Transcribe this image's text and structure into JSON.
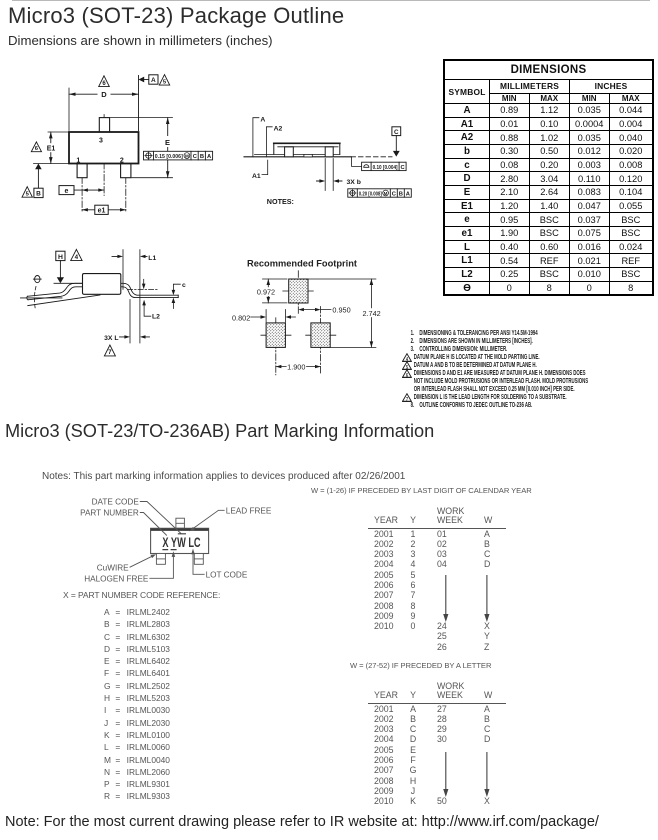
{
  "header": {
    "title": "Micro3 (SOT-23) Package Outline",
    "subtitle": "Dimensions are shown in millimeters (inches)"
  },
  "dim_table": {
    "title": "DIMENSIONS",
    "symbol_header": "SYMBOL",
    "group_headers": [
      "MILLIMETERS",
      "INCHES"
    ],
    "sub_headers": [
      "MIN",
      "MAX",
      "MIN",
      "MAX"
    ],
    "rows": [
      {
        "sym": "A",
        "mm_min": "0.89",
        "mm_max": "1.12",
        "in_min": "0.035",
        "in_max": "0.044"
      },
      {
        "sym": "A1",
        "mm_min": "0.01",
        "mm_max": "0.10",
        "in_min": "0.0004",
        "in_max": "0.004"
      },
      {
        "sym": "A2",
        "mm_min": "0.88",
        "mm_max": "1.02",
        "in_min": "0.035",
        "in_max": "0.040"
      },
      {
        "sym": "b",
        "mm_min": "0.30",
        "mm_max": "0.50",
        "in_min": "0.012",
        "in_max": "0.020"
      },
      {
        "sym": "c",
        "mm_min": "0.08",
        "mm_max": "0.20",
        "in_min": "0.003",
        "in_max": "0.008"
      },
      {
        "sym": "D",
        "mm_min": "2.80",
        "mm_max": "3.04",
        "in_min": "0.110",
        "in_max": "0.120"
      },
      {
        "sym": "E",
        "mm_min": "2.10",
        "mm_max": "2.64",
        "in_min": "0.083",
        "in_max": "0.104"
      },
      {
        "sym": "E1",
        "mm_min": "1.20",
        "mm_max": "1.40",
        "in_min": "0.047",
        "in_max": "0.055"
      },
      {
        "sym": "e",
        "mm_min": "0.95",
        "mm_max": "BSC",
        "in_min": "0.037",
        "in_max": "BSC"
      },
      {
        "sym": "e1",
        "mm_min": "1.90",
        "mm_max": "BSC",
        "in_min": "0.075",
        "in_max": "BSC"
      },
      {
        "sym": "L",
        "mm_min": "0.40",
        "mm_max": "0.60",
        "in_min": "0.016",
        "in_max": "0.024"
      },
      {
        "sym": "L1",
        "mm_min": "0.54",
        "mm_max": "REF",
        "in_min": "0.021",
        "in_max": "REF"
      },
      {
        "sym": "L2",
        "mm_min": "0.25",
        "mm_max": "BSC",
        "in_min": "0.010",
        "in_max": "BSC"
      },
      {
        "sym": "ϴ",
        "mm_min": "0",
        "mm_max": "8",
        "in_min": "0",
        "in_max": "8"
      }
    ]
  },
  "outline_notes": [
    {
      "marker": "1.",
      "lines": [
        "DIMENSIONING & TOLERANCING PER ANSI Y14.5M-1994"
      ]
    },
    {
      "marker": "2.",
      "lines": [
        "DIMENSIONS ARE SHOWN IN MILLIMETERS [INCHES]."
      ]
    },
    {
      "marker": "3.",
      "lines": [
        "CONTROLLING DIMENSION: MILLIMETER."
      ]
    },
    {
      "marker": "4",
      "lines": [
        "DATUM PLANE H IS LOCATED AT THE MOLD PARTING LINE."
      ]
    },
    {
      "marker": "5",
      "lines": [
        "DATUM A AND B TO BE DETERMINED AT DATUM PLANE H."
      ]
    },
    {
      "marker": "6",
      "lines": [
        "DIMENSIONS D AND E1 ARE MEASURED AT DATUM PLANE H. DIMENSIONS DOES",
        "NOT INCLUDE MOLD PROTRUSIONS OR INTERLEAD FLASH. MOLD PROTRUSIONS",
        "OR INTERLEAD FLASH SHALL NOT EXCEED 0.25 MM [0.010 INCH] PER SIDE."
      ]
    },
    {
      "marker": "7",
      "lines": [
        "DIMENSION L IS THE LEAD LENGTH FOR SOLDERING TO A SUBSTRATE."
      ]
    },
    {
      "marker": "8.",
      "lines": [
        "OUTLINE CONFORMS TO JEDEC OUTLINE TO-236 AB."
      ]
    }
  ],
  "drawing": {
    "top_view": {
      "d": "D",
      "e": "E",
      "e1": "E1",
      "pitch": "e",
      "pitch1": "e1",
      "pin1": "1",
      "pin2": "2",
      "pin3": "3",
      "datum_a": "A",
      "datum_b": "B",
      "tri5": "5",
      "tri6": "6",
      "fcf_tol": "0.15 [0.006]",
      "fcf_mod": "M",
      "fcf_d1": "C",
      "fcf_d2": "B",
      "fcf_d3": "A"
    },
    "side_view": {
      "a": "A",
      "a1": "A1",
      "a2": "A2",
      "datum_c": "C",
      "fcf1_tol": "0.10 [0.004]",
      "fcf1_d1": "C",
      "b_count": "3X  b",
      "fcf2_tol": "0.20 [0.008]",
      "fcf2_mod": "M",
      "fcf2_d1": "C",
      "fcf2_d2": "B",
      "fcf2_d3": "A",
      "notes_label": "NOTES:"
    },
    "lead_view": {
      "datum_h": "H",
      "tri4": "4",
      "tri7": "7",
      "l1": "L1",
      "l2": "L2",
      "c": "c",
      "l_count": "3X L"
    },
    "footprint": {
      "title": "Recommended Footprint",
      "pad_height": "0.972",
      "pad_width": "0.802",
      "center_pitch": "0.950",
      "total_height": "2.742",
      "pad_pitch": "1.900"
    }
  },
  "marking": {
    "section_title": "Micro3 (SOT-23/TO-236AB) Part Marking Information",
    "note": "Notes: This part marking information applies to devices produced after 02/26/2001",
    "labels": {
      "date_code": "DATE CODE",
      "part_number": "PART NUMBER",
      "lead_free": "LEAD FREE",
      "cu_wire": "CuWIRE",
      "halogen_free": "HALOGEN FREE",
      "lot_code": "LOT CODE"
    },
    "marking_text": "X YW LC",
    "code_reference_title": "X =  PART NUMBER CODE REFERENCE:",
    "code_separator": "=",
    "codes": [
      {
        "letter": "A",
        "part": "IRLML2402"
      },
      {
        "letter": "B",
        "part": "IRLML2803"
      },
      {
        "letter": "C",
        "part": "IRLML6302"
      },
      {
        "letter": "D",
        "part": "IRLML5103"
      },
      {
        "letter": "E",
        "part": "IRLML6402"
      },
      {
        "letter": "F",
        "part": "IRLML6401"
      },
      {
        "letter": "G",
        "part": "IRLML2502"
      },
      {
        "letter": "H",
        "part": "IRLML5203"
      },
      {
        "letter": "I",
        "part": "IRLML0030"
      },
      {
        "letter": "J",
        "part": "IRLML2030"
      },
      {
        "letter": "K",
        "part": "IRLML0100"
      },
      {
        "letter": "L",
        "part": "IRLML0060"
      },
      {
        "letter": "M",
        "part": "IRLML0040"
      },
      {
        "letter": "N",
        "part": "IRLML2060"
      },
      {
        "letter": "P",
        "part": "IRLML9301"
      },
      {
        "letter": "R",
        "part": "IRLML9303"
      }
    ]
  },
  "week_tables": [
    {
      "caption": "W =  (1-26)  IF PRECEDED BY LAST DIGIT OF CALENDAR YEAR",
      "headers": {
        "year": "YEAR",
        "y": "Y",
        "week_top": "WORK",
        "week_bottom": "WEEK",
        "w": "W"
      },
      "rows": [
        {
          "year": "2001",
          "y": "1",
          "ww": "01",
          "w": "A"
        },
        {
          "year": "2002",
          "y": "2",
          "ww": "02",
          "w": "B"
        },
        {
          "year": "2003",
          "y": "3",
          "ww": "03",
          "w": "C"
        },
        {
          "year": "2004",
          "y": "4",
          "ww": "04",
          "w": "D"
        },
        {
          "year": "2005",
          "y": "5",
          "ww": "",
          "w": ""
        },
        {
          "year": "2006",
          "y": "6",
          "ww": "",
          "w": ""
        },
        {
          "year": "2007",
          "y": "7",
          "ww": "",
          "w": ""
        },
        {
          "year": "2008",
          "y": "8",
          "ww": "",
          "w": ""
        },
        {
          "year": "2009",
          "y": "9",
          "ww": "",
          "w": ""
        },
        {
          "year": "2010",
          "y": "0",
          "ww": "24",
          "w": "X"
        },
        {
          "year": "",
          "y": "",
          "ww": "25",
          "w": "Y"
        },
        {
          "year": "",
          "y": "",
          "ww": "26",
          "w": "Z"
        }
      ]
    },
    {
      "caption": "W =  (27-52)  IF PRECEDED BY A LETTER",
      "headers": {
        "year": "YEAR",
        "y": "Y",
        "week_top": "WORK",
        "week_bottom": "WEEK",
        "w": "W"
      },
      "rows": [
        {
          "year": "2001",
          "y": "A",
          "ww": "27",
          "w": "A"
        },
        {
          "year": "2002",
          "y": "B",
          "ww": "28",
          "w": "B"
        },
        {
          "year": "2003",
          "y": "C",
          "ww": "29",
          "w": "C"
        },
        {
          "year": "2004",
          "y": "D",
          "ww": "30",
          "w": "D"
        },
        {
          "year": "2005",
          "y": "E",
          "ww": "",
          "w": ""
        },
        {
          "year": "2006",
          "y": "F",
          "ww": "",
          "w": ""
        },
        {
          "year": "2007",
          "y": "G",
          "ww": "",
          "w": ""
        },
        {
          "year": "2008",
          "y": "H",
          "ww": "",
          "w": ""
        },
        {
          "year": "2009",
          "y": "J",
          "ww": "",
          "w": ""
        },
        {
          "year": "2010",
          "y": "K",
          "ww": "50",
          "w": "X"
        }
      ]
    }
  ],
  "footer": {
    "note": "Note: For the most current drawing please refer to IR website at:  http://www.irf.com/package/"
  }
}
